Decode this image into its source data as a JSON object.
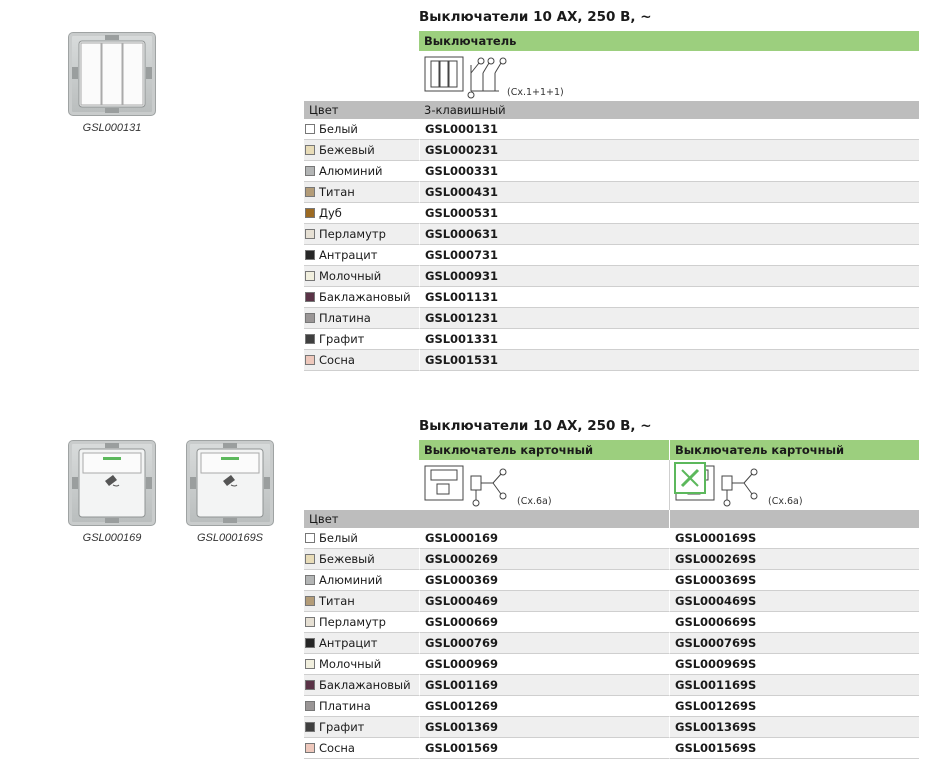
{
  "section1": {
    "title": "Выключатели 10 АХ, 250 В, ~",
    "column_header": "Выключатель",
    "scheme_ref": "(Сх.1+1+1)",
    "color_label": "Цвет",
    "type_label": "3-клавишный",
    "product_caption": "GSL000131",
    "rows": [
      {
        "color": "Белый",
        "swatch": "#ffffff",
        "code": "GSL000131"
      },
      {
        "color": "Бежевый",
        "swatch": "#e8dcb8",
        "code": "GSL000231"
      },
      {
        "color": "Алюминий",
        "swatch": "#b3b5b5",
        "code": "GSL000331"
      },
      {
        "color": "Титан",
        "swatch": "#b39c78",
        "code": "GSL000431"
      },
      {
        "color": "Дуб",
        "swatch": "#9c6a22",
        "code": "GSL000531"
      },
      {
        "color": "Перламутр",
        "swatch": "#e6e0d4",
        "code": "GSL000631"
      },
      {
        "color": "Антрацит",
        "swatch": "#262626",
        "code": "GSL000731"
      },
      {
        "color": "Молочный",
        "swatch": "#f1efde",
        "code": "GSL000931"
      },
      {
        "color": "Баклажановый",
        "swatch": "#5a3347",
        "code": "GSL001131"
      },
      {
        "color": "Платина",
        "swatch": "#9a9696",
        "code": "GSL001231"
      },
      {
        "color": "Графит",
        "swatch": "#3f3f3f",
        "code": "GSL001331"
      },
      {
        "color": "Сосна",
        "swatch": "#eec8bc",
        "code": "GSL001531"
      }
    ]
  },
  "section2": {
    "title": "Выключатели 10 АХ, 250 В, ~",
    "column_header_1": "Выключатель карточный",
    "column_header_2": "Выключатель карточный",
    "scheme_ref_1": "(Сх.6а)",
    "scheme_ref_2": "(Сх.6а)",
    "color_label": "Цвет",
    "product_caption_1": "GSL000169",
    "product_caption_2": "GSL000169S",
    "accent_color": "#5cb85c",
    "rows": [
      {
        "color": "Белый",
        "swatch": "#ffffff",
        "code1": "GSL000169",
        "code2": "GSL000169S"
      },
      {
        "color": "Бежевый",
        "swatch": "#e8dcb8",
        "code1": "GSL000269",
        "code2": "GSL000269S"
      },
      {
        "color": "Алюминий",
        "swatch": "#b3b5b5",
        "code1": "GSL000369",
        "code2": "GSL000369S"
      },
      {
        "color": "Титан",
        "swatch": "#b39c78",
        "code1": "GSL000469",
        "code2": "GSL000469S"
      },
      {
        "color": "Перламутр",
        "swatch": "#e6e0d4",
        "code1": "GSL000669",
        "code2": "GSL000669S"
      },
      {
        "color": "Антрацит",
        "swatch": "#262626",
        "code1": "GSL000769",
        "code2": "GSL000769S"
      },
      {
        "color": "Молочный",
        "swatch": "#f1efde",
        "code1": "GSL000969",
        "code2": "GSL000969S"
      },
      {
        "color": "Баклажановый",
        "swatch": "#5a3347",
        "code1": "GSL001169",
        "code2": "GSL001169S"
      },
      {
        "color": "Платина",
        "swatch": "#9a9696",
        "code1": "GSL001269",
        "code2": "GSL001269S"
      },
      {
        "color": "Графит",
        "swatch": "#3f3f3f",
        "code1": "GSL001369",
        "code2": "GSL001369S"
      },
      {
        "color": "Сосна",
        "swatch": "#eec8bc",
        "code1": "GSL001569",
        "code2": "GSL001569S"
      }
    ]
  }
}
